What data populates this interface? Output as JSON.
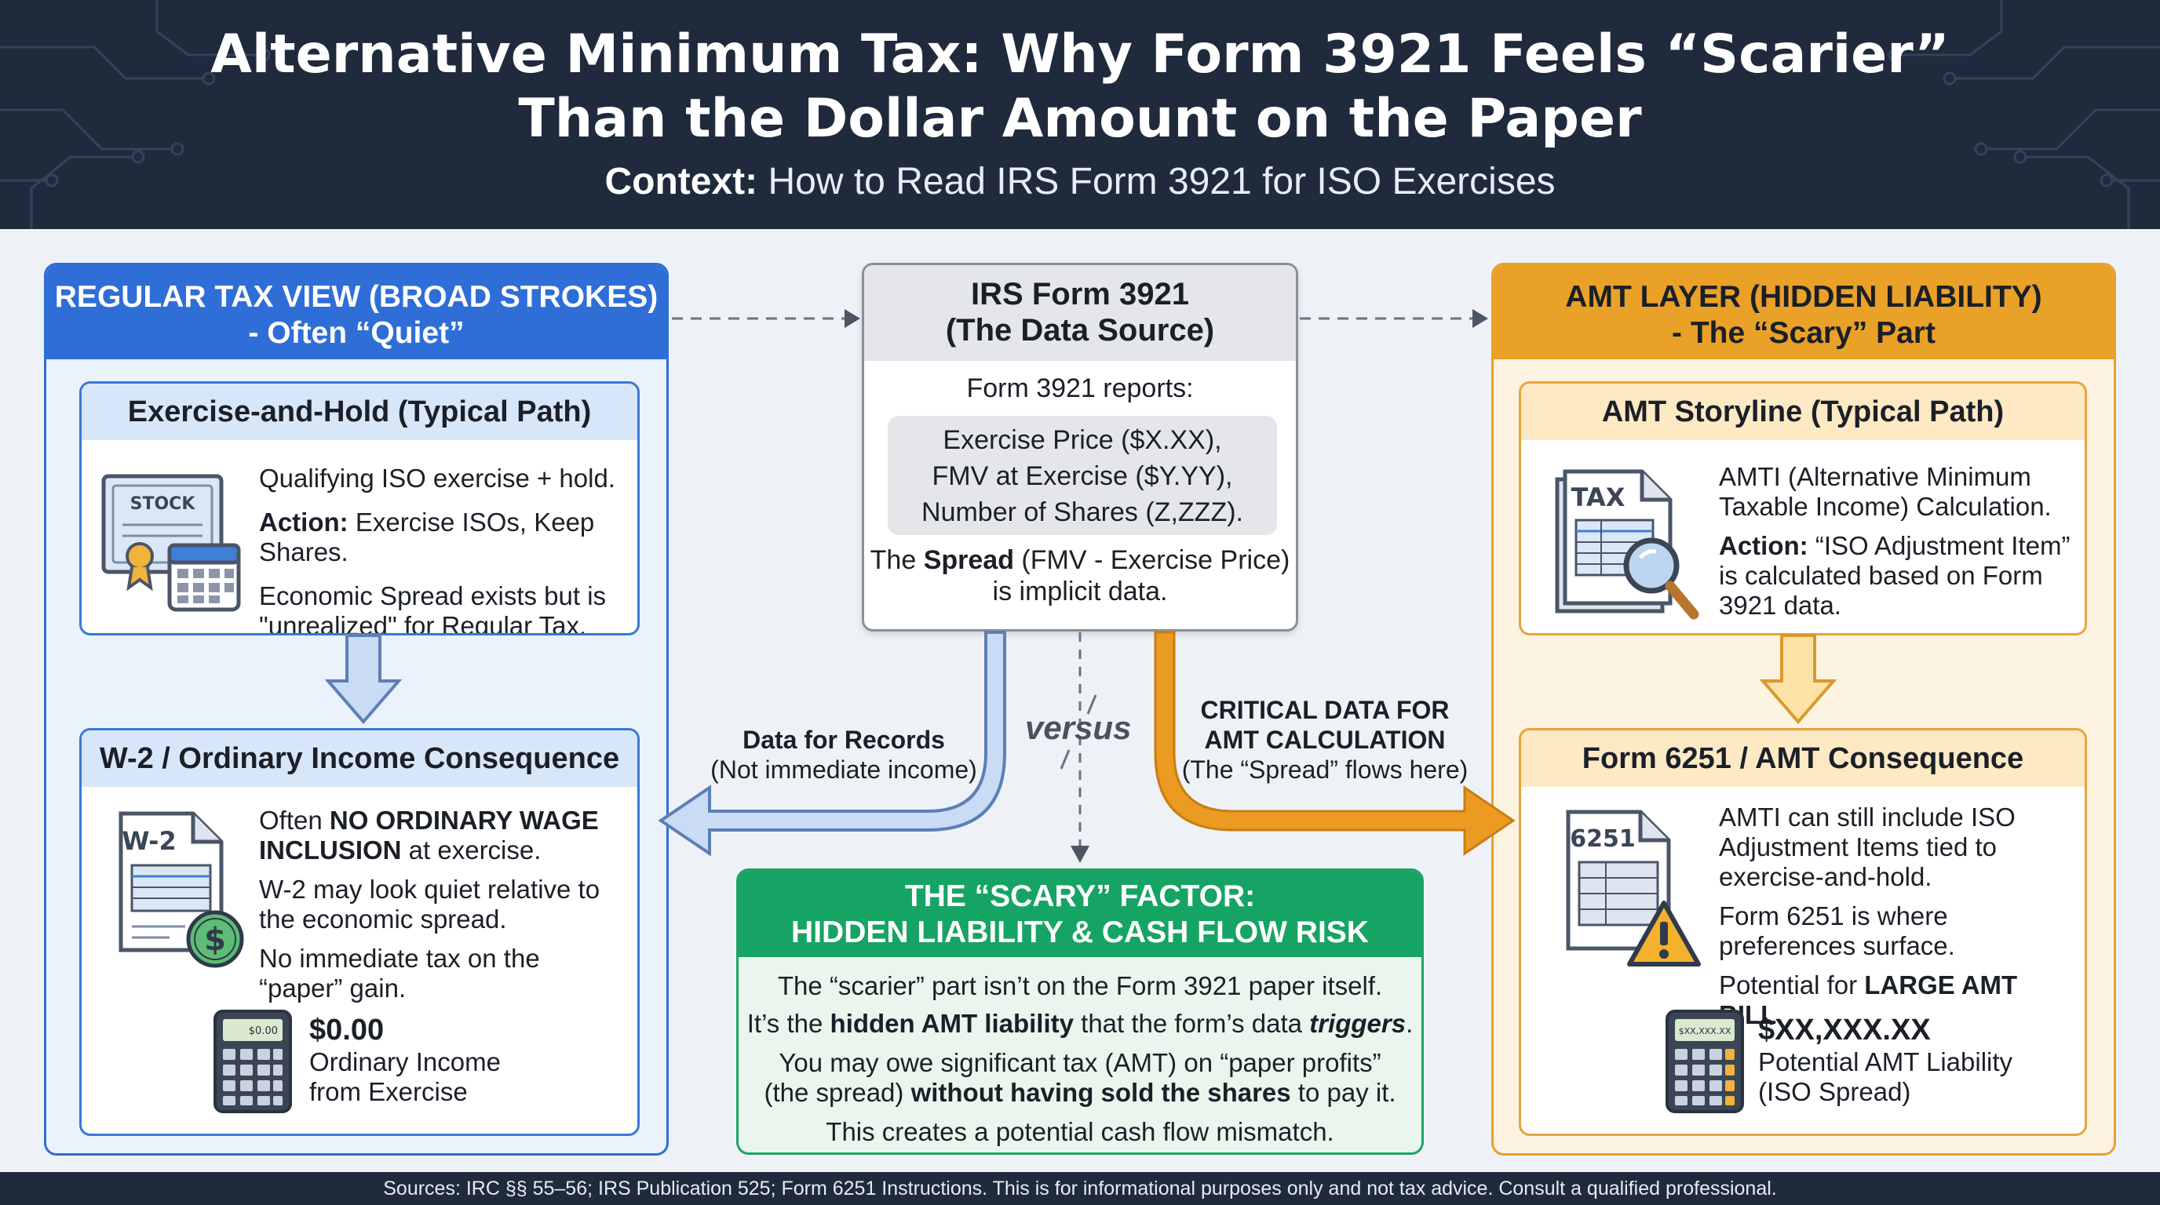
{
  "header": {
    "title_line1": "Alternative Minimum Tax: Why Form 3921 Feels “Scarier”",
    "title_line2": "Than the Dollar Amount on the  Paper",
    "subtitle_bold": "Context:",
    "subtitle_rest": " How to Read IRS Form 3921 for ISO Exercises"
  },
  "left_panel": {
    "title_line1": "REGULAR TAX VIEW (BROAD STROKES)",
    "title_line2": "- Often “Quiet”",
    "card1": {
      "title": "Exercise-and-Hold (Typical Path)",
      "icon_label": "STOCK",
      "line1": "Qualifying ISO exercise + hold.",
      "action_bold": "Action:",
      "action_rest": " Exercise ISOs, Keep Shares.",
      "line3a": "Economic Spread exists but is",
      "line3b": "\"unrealized\" for Regular Tax."
    },
    "card2": {
      "title": "W-2 / Ordinary Income Consequence",
      "icon_label": "W-2",
      "p1_rest_a": "Often ",
      "p1_bold_a": "NO ORDINARY WAGE",
      "p1_bold_b": "INCLUSION",
      "p1_rest_b": " at exercise.",
      "p2a": "W-2 may look quiet relative to",
      "p2b": "the economic spread.",
      "p3a": "No immediate tax on the",
      "p3b": "“paper” gain.",
      "calc_screen": "$0.00",
      "amount": "$0.00",
      "amount_desc1": "Ordinary Income",
      "amount_desc2": "from Exercise"
    }
  },
  "center": {
    "form_title1": "IRS Form 3921",
    "form_title2": "(The Data Source)",
    "reports": "Form 3921 reports:",
    "field1": "Exercise Price ($X.XX),",
    "field2": "FMV at Exercise ($Y.YY),",
    "field3": "Number of Shares (Z,ZZZ).",
    "spread_pre": "The ",
    "spread_bold": "Spread",
    "spread_post": " (FMV - Exercise Price)",
    "spread_line2": "is implicit data.",
    "left_label_bold": "Data for Records",
    "left_label_sub": "(Not immediate income)",
    "versus": "versus",
    "right_label1": "CRITICAL DATA FOR",
    "right_label2": "AMT CALCULATION",
    "right_label_sub": "(The “Spread” flows here)"
  },
  "scary": {
    "title1": "THE “SCARY” FACTOR:",
    "title2": "HIDDEN LIABILITY & CASH FLOW RISK",
    "l1": "The “scarier” part isn’t on the Form 3921 paper itself.",
    "l2_pre": "It’s the ",
    "l2_bold": "hidden AMT liability",
    "l2_mid": " that the form’s data ",
    "l2_boldital": "triggers",
    "l2_end": ".",
    "l3": "You may owe significant tax (AMT) on “paper profits”",
    "l4_pre": "(the spread) ",
    "l4_bold": "without having sold the shares",
    "l4_post": " to pay it.",
    "l5": "This creates a potential cash flow mismatch."
  },
  "right_panel": {
    "title_line1": "AMT LAYER (HIDDEN LIABILITY)",
    "title_line2": "- The “Scary” Part",
    "card1": {
      "title": "AMT Storyline (Typical Path)",
      "icon_label": "TAX",
      "l1": "AMTI (Alternative Minimum",
      "l2": "Taxable Income) Calculation.",
      "action_bold": "Action:",
      "action_rest": " “ISO Adjustment Item”",
      "l4": "is calculated based on Form",
      "l5": "3921 data."
    },
    "card2": {
      "title": "Form 6251 / AMT Consequence",
      "icon_label": "6251",
      "l1": "AMTI can still include ISO",
      "l2": "Adjustment Items tied to",
      "l3": "exercise-and-hold.",
      "l4": "Form 6251 is where",
      "l5": "preferences surface.",
      "l6_pre": "Potential for ",
      "l6_bold": "LARGE AMT BILL",
      "l6_post": ".",
      "calc_screen": "$XX,XXX.XX",
      "amount": "$XX,XXX.XX",
      "amount_desc1": "Potential AMT Liability",
      "amount_desc2": "(ISO Spread)"
    }
  },
  "footer": {
    "text": "Sources: IRC §§ 55–56; IRS Publication 525; Form 6251 Instructions. This is for informational purposes only and not tax advice. Consult a qualified professional."
  },
  "colors": {
    "header_bg": "#1f2a3c",
    "blue_accent": "#2e6ed6",
    "orange_accent": "#eaa128",
    "green_accent": "#16a464"
  },
  "icons": [
    "stock-certificate-icon",
    "calendar-icon",
    "w2-form-icon",
    "dollar-coin-icon",
    "calculator-icon",
    "tax-form-icon",
    "magnifier-icon",
    "form-6251-icon",
    "warning-icon"
  ]
}
